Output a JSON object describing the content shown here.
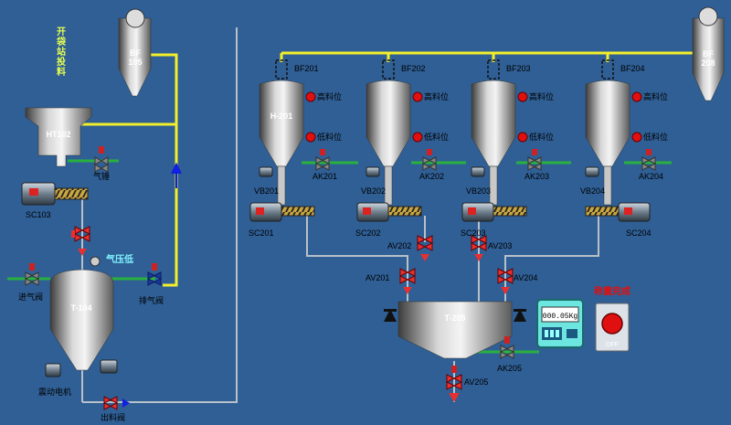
{
  "colors": {
    "background": "#2f5f95",
    "air_line": "#f3ef2a",
    "feed_line": "#b8c0c8",
    "green_line": "#28b040",
    "flow_arrow": "#1020e0",
    "alarm_red": "#e01010",
    "valve_red": "#e83030"
  },
  "left_area": {
    "bag_station_label": "开袋站投料",
    "bf105_label": "BF 105",
    "ht102_label": "HT102",
    "hammer_label": "气锤",
    "sc103_label": "SC103",
    "pressure_low_label": "气压低",
    "inlet_valve_label": "进气阀",
    "exhaust_valve_label": "排气阀",
    "t104_label": "T-104",
    "vibration_motor_label": "震动电机",
    "outlet_valve_label": "出料阀"
  },
  "hoppers": [
    {
      "filter": "BF201",
      "tank": "H-201",
      "ak": "AK201",
      "vb": "VB201",
      "sc": "SC201",
      "high_level": "高料位",
      "low_level": "低料位"
    },
    {
      "filter": "BF202",
      "tank": "",
      "ak": "AK202",
      "vb": "VB202",
      "sc": "SC202",
      "high_level": "高料位",
      "low_level": "低料位"
    },
    {
      "filter": "BF203",
      "tank": "",
      "ak": "AK203",
      "vb": "VB203",
      "sc": "SC203",
      "high_level": "高料位",
      "low_level": "低料位"
    },
    {
      "filter": "BF204",
      "tank": "",
      "ak": "AK204",
      "vb": "VB204",
      "sc": "SC204",
      "high_level": "高料位",
      "low_level": "低料位"
    }
  ],
  "bf208_label": "BF 208",
  "weighing": {
    "valves": [
      "AV201",
      "AV202",
      "AV203",
      "AV204"
    ],
    "tank_label": "T-205",
    "ak205_label": "AK205",
    "av205_label": "AV205",
    "scale_display": "000.05Kg",
    "button_title": "称量完成",
    "button_state": "OFF"
  }
}
